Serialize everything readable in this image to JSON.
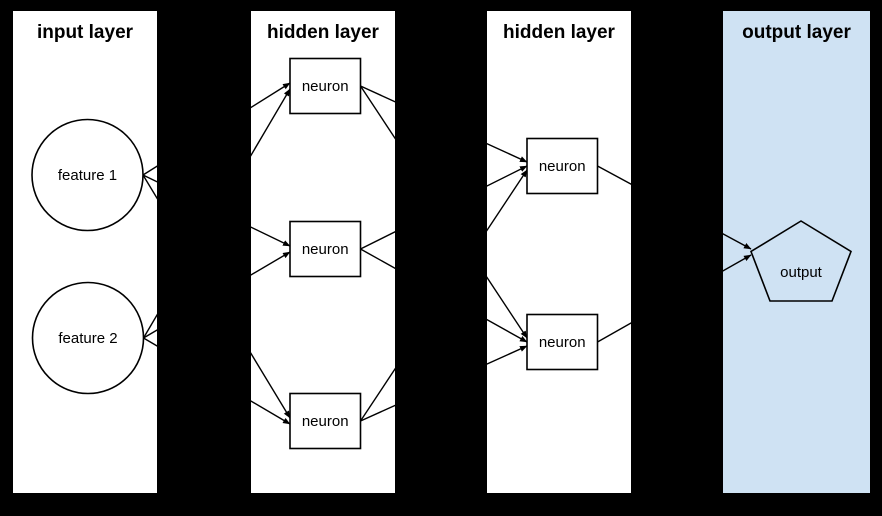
{
  "diagram": {
    "background_color": "#000000",
    "edge_color": "#000000",
    "panels": [
      {
        "title": "input layer",
        "fill": "#ffffff"
      },
      {
        "title": "hidden layer",
        "fill": "#ffffff"
      },
      {
        "title": "hidden layer",
        "fill": "#ffffff"
      },
      {
        "title": "output layer",
        "fill": "#cfe2f3"
      }
    ],
    "nodes": {
      "feature1": {
        "label": "feature 1",
        "shape": "circle",
        "layer": "input layer"
      },
      "feature2": {
        "label": "feature 2",
        "shape": "circle",
        "layer": "input layer"
      },
      "hidden1_neuron1": {
        "label": "neuron",
        "shape": "rectangle",
        "layer": "hidden layer 1"
      },
      "hidden1_neuron2": {
        "label": "neuron",
        "shape": "rectangle",
        "layer": "hidden layer 1"
      },
      "hidden1_neuron3": {
        "label": "neuron",
        "shape": "rectangle",
        "layer": "hidden layer 1"
      },
      "hidden2_neuron1": {
        "label": "neuron",
        "shape": "rectangle",
        "layer": "hidden layer 2"
      },
      "hidden2_neuron2": {
        "label": "neuron",
        "shape": "rectangle",
        "layer": "hidden layer 2"
      },
      "output": {
        "label": "output",
        "shape": "pentagon",
        "layer": "output layer"
      }
    },
    "connections": [
      {
        "from": "feature1",
        "to": "hidden1_neuron1"
      },
      {
        "from": "feature1",
        "to": "hidden1_neuron2"
      },
      {
        "from": "feature1",
        "to": "hidden1_neuron3"
      },
      {
        "from": "feature2",
        "to": "hidden1_neuron1"
      },
      {
        "from": "feature2",
        "to": "hidden1_neuron2"
      },
      {
        "from": "feature2",
        "to": "hidden1_neuron3"
      },
      {
        "from": "hidden1_neuron1",
        "to": "hidden2_neuron1"
      },
      {
        "from": "hidden1_neuron1",
        "to": "hidden2_neuron2"
      },
      {
        "from": "hidden1_neuron2",
        "to": "hidden2_neuron1"
      },
      {
        "from": "hidden1_neuron2",
        "to": "hidden2_neuron2"
      },
      {
        "from": "hidden1_neuron3",
        "to": "hidden2_neuron1"
      },
      {
        "from": "hidden1_neuron3",
        "to": "hidden2_neuron2"
      },
      {
        "from": "hidden2_neuron1",
        "to": "output"
      },
      {
        "from": "hidden2_neuron2",
        "to": "output"
      }
    ]
  }
}
